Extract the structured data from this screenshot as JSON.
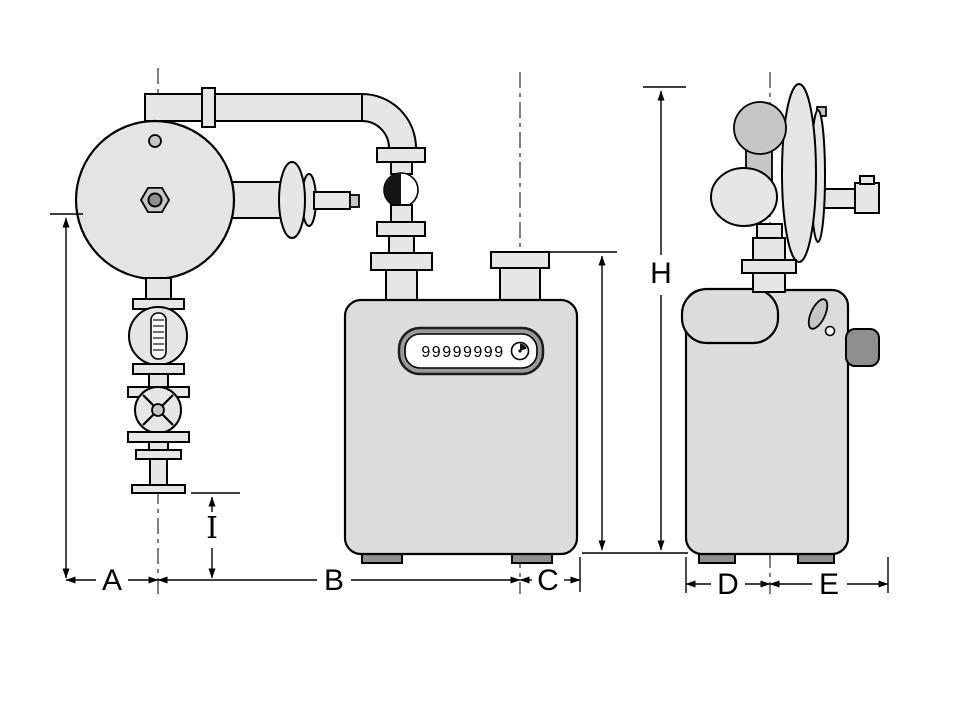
{
  "meter": {
    "reading": "99999999"
  },
  "dims": {
    "A": "A",
    "B": "B",
    "C": "C",
    "D": "D",
    "E": "E",
    "H": "H",
    "I": "I"
  },
  "colors": {
    "background": "#ffffff",
    "body": "#dcdcdc",
    "light": "#e6e6e6",
    "mid": "#c6c6c6",
    "dark": "#8f8f8f",
    "outline": "#000000"
  }
}
